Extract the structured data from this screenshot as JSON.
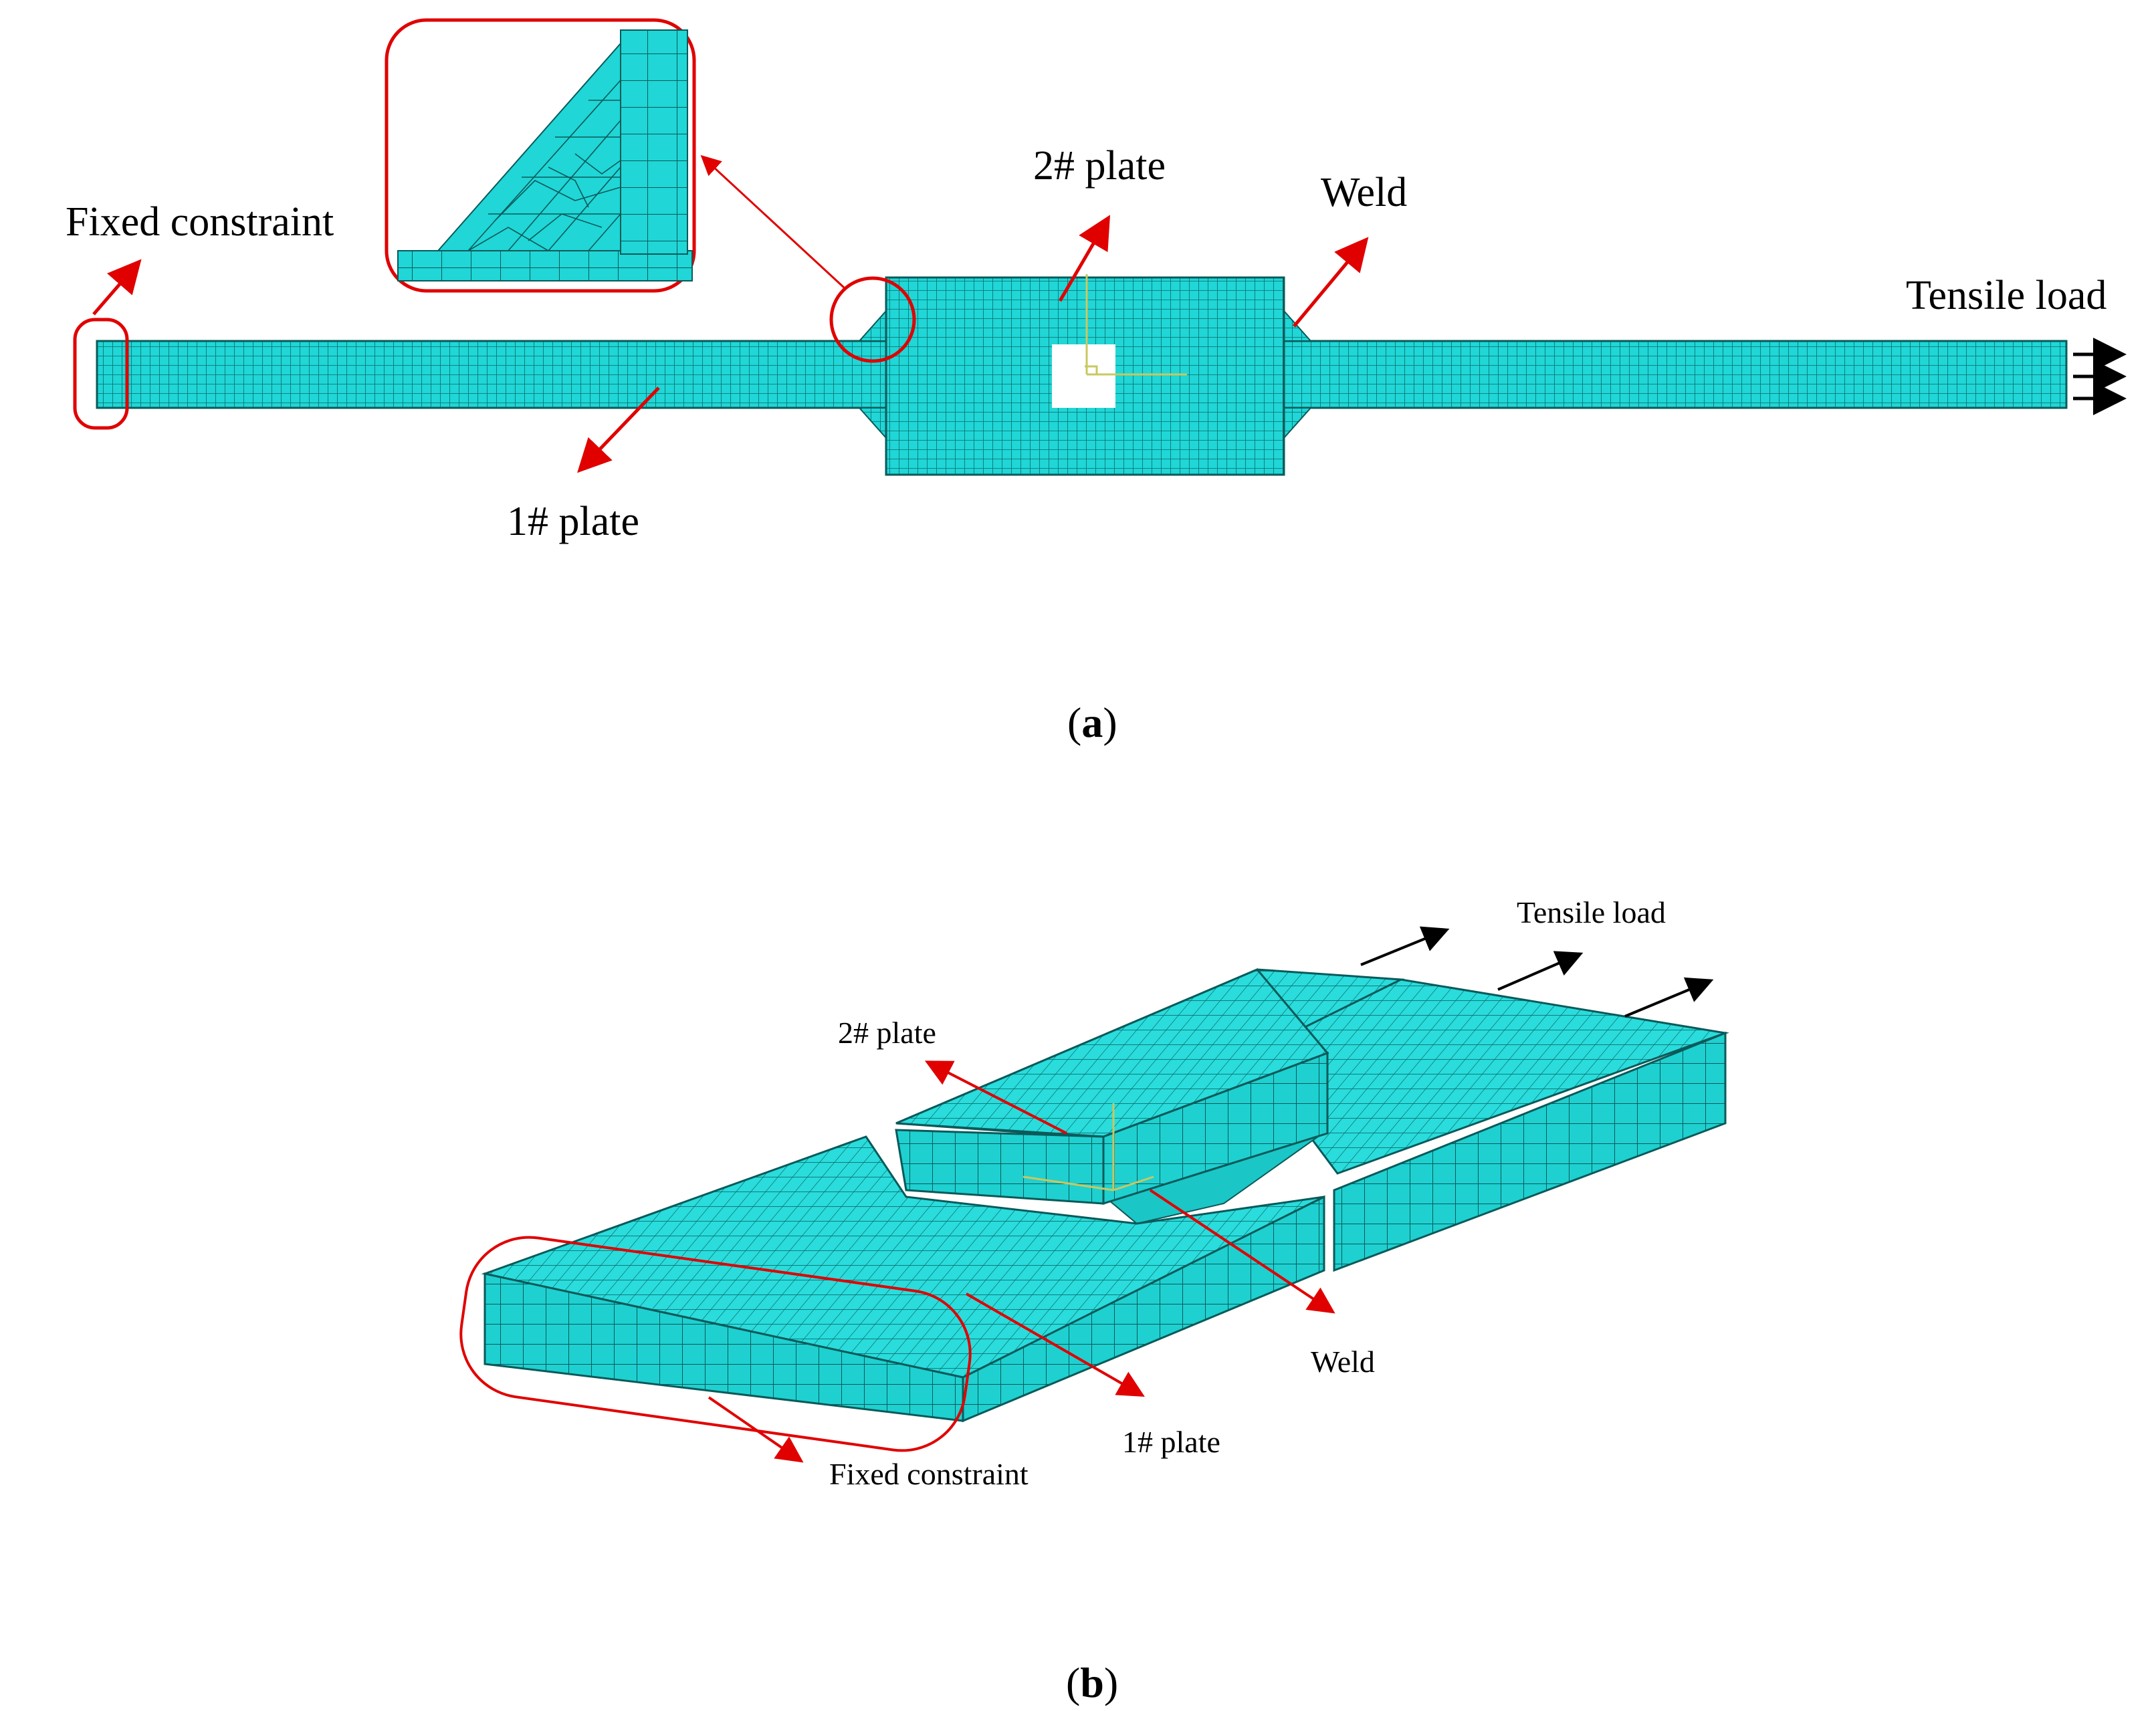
{
  "panel_a": {
    "caption_letter": "a",
    "fixed_constraint": "Fixed constraint",
    "plate_2": "2# plate",
    "weld": "Weld",
    "tensile_load": "Tensile load",
    "plate_1": "1# plate"
  },
  "panel_b": {
    "caption_letter": "b",
    "tensile_load": "Tensile load",
    "plate_2": "2# plate",
    "weld": "Weld",
    "plate_1": "1# plate",
    "fixed_constraint": "Fixed constraint"
  },
  "colors": {
    "mesh_fill": "#20d6d6",
    "mesh_face_light": "#35e0e0",
    "mesh_face_dark": "#14b8b8",
    "mesh_line": "#0a5a5a",
    "annotation_red": "#e00000",
    "arrow_black": "#000000"
  }
}
